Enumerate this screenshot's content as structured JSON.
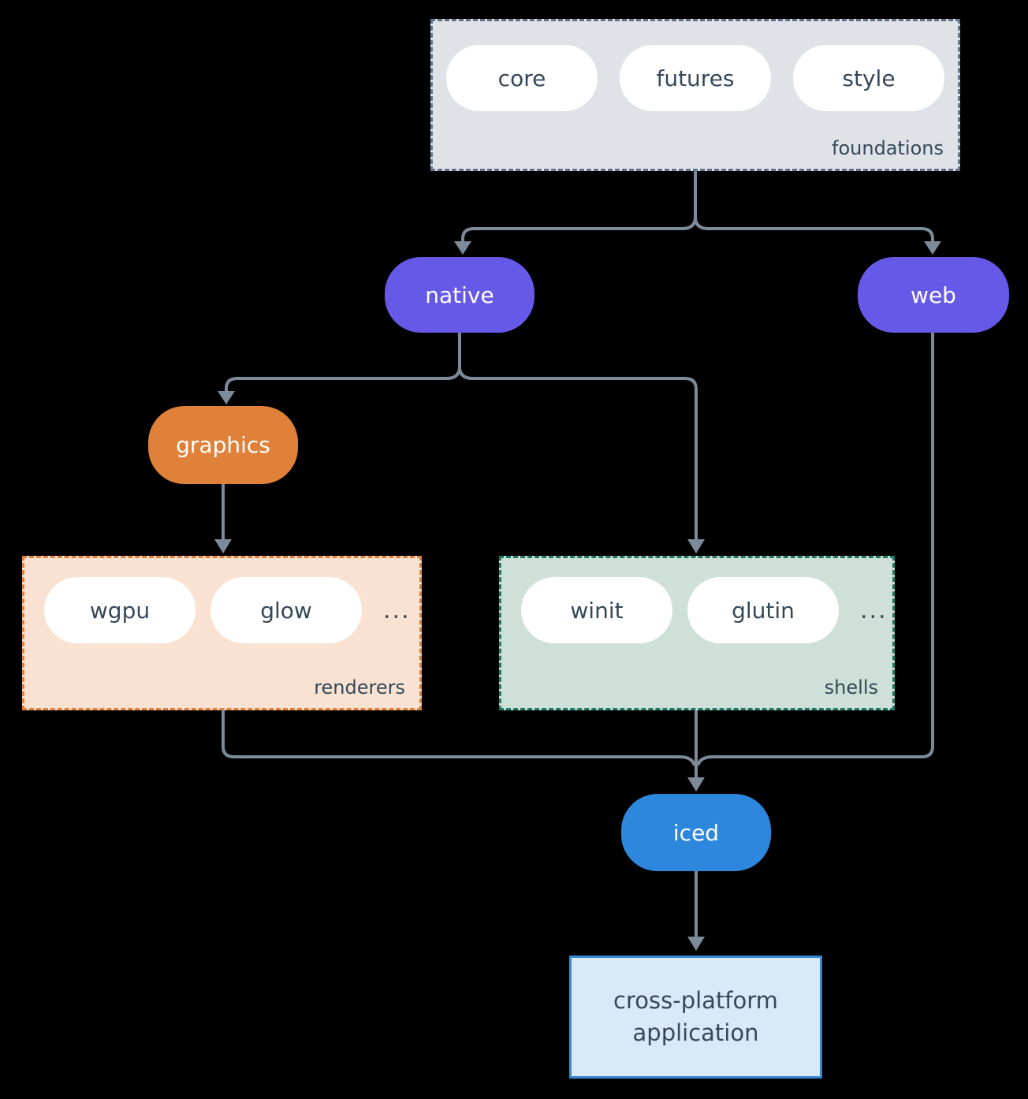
{
  "colors": {
    "background": "#000000",
    "connector": "#7d8a99",
    "foundations_fill": "#dfe3e8",
    "foundations_border": "#64748b",
    "purple_node": "#6759e8",
    "orange_node": "#e0813a",
    "renderers_fill": "#f9e2d2",
    "renderers_border": "#e0813a",
    "shells_fill": "#cfe0d8",
    "shells_border": "#1f7a68",
    "blue_node": "#2d87dd",
    "application_fill": "#d9e9f8",
    "application_border": "#3789d8",
    "dark_text": "#35485a",
    "light_text": "#ffffff"
  },
  "diagram": {
    "foundations": {
      "label": "foundations",
      "pills": [
        "core",
        "futures",
        "style"
      ]
    },
    "native": {
      "label": "native"
    },
    "web": {
      "label": "web"
    },
    "graphics": {
      "label": "graphics"
    },
    "renderers": {
      "label": "renderers",
      "pills": [
        "wgpu",
        "glow"
      ],
      "ellipsis": "..."
    },
    "shells": {
      "label": "shells",
      "pills": [
        "winit",
        "glutin"
      ],
      "ellipsis": "..."
    },
    "iced": {
      "label": "iced"
    },
    "application": {
      "line1": "cross-platform",
      "line2": "application"
    }
  }
}
